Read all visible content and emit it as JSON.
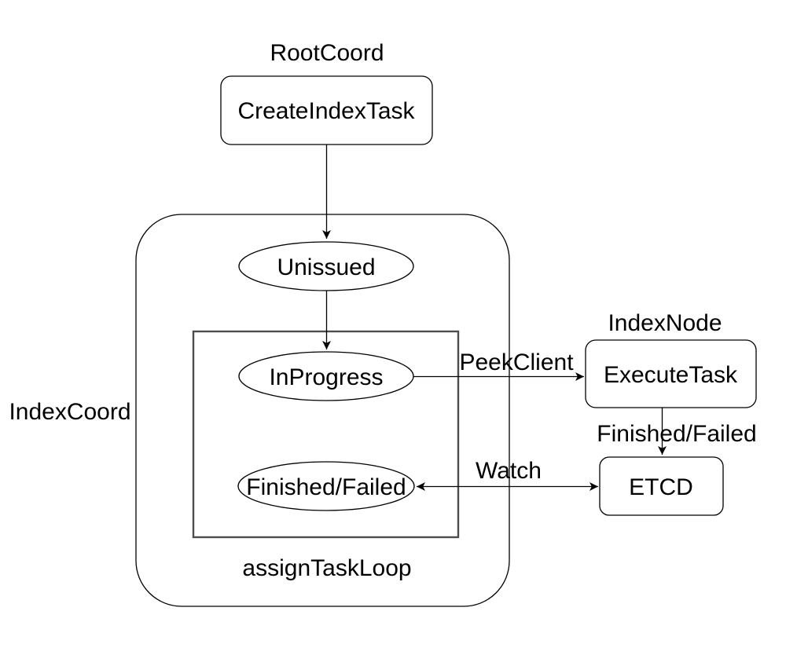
{
  "diagram": {
    "colors": {
      "background": "#ffffff",
      "stroke": "#000000",
      "loop_box_stroke": "#4d4d4d",
      "node_fill": "#ffffff",
      "text": "#000000"
    },
    "labels": {
      "root_coord": "RootCoord",
      "index_node": "IndexNode",
      "index_coord": "IndexCoord",
      "assign_task_loop": "assignTaskLoop"
    },
    "nodes": {
      "create_index_task": {
        "label": "CreateIndexTask",
        "shape": "rounded-rect"
      },
      "unissued": {
        "label": "Unissued",
        "shape": "ellipse"
      },
      "in_progress": {
        "label": "InProgress",
        "shape": "ellipse"
      },
      "finished_failed": {
        "label": "Finished/Failed",
        "shape": "ellipse"
      },
      "execute_task": {
        "label": "ExecuteTask",
        "shape": "rounded-rect"
      },
      "etcd": {
        "label": "ETCD",
        "shape": "rounded-rect"
      }
    },
    "edges": [
      {
        "from": "create_index_task",
        "to": "unissued",
        "label": "",
        "bidirectional": false
      },
      {
        "from": "unissued",
        "to": "in_progress",
        "label": "",
        "bidirectional": false
      },
      {
        "from": "in_progress",
        "to": "execute_task",
        "label": "PeekClient",
        "bidirectional": false
      },
      {
        "from": "execute_task",
        "to": "etcd",
        "label": "Finished/Failed",
        "bidirectional": false
      },
      {
        "from": "etcd",
        "to": "finished_failed",
        "label": "Watch",
        "bidirectional": true
      }
    ]
  }
}
